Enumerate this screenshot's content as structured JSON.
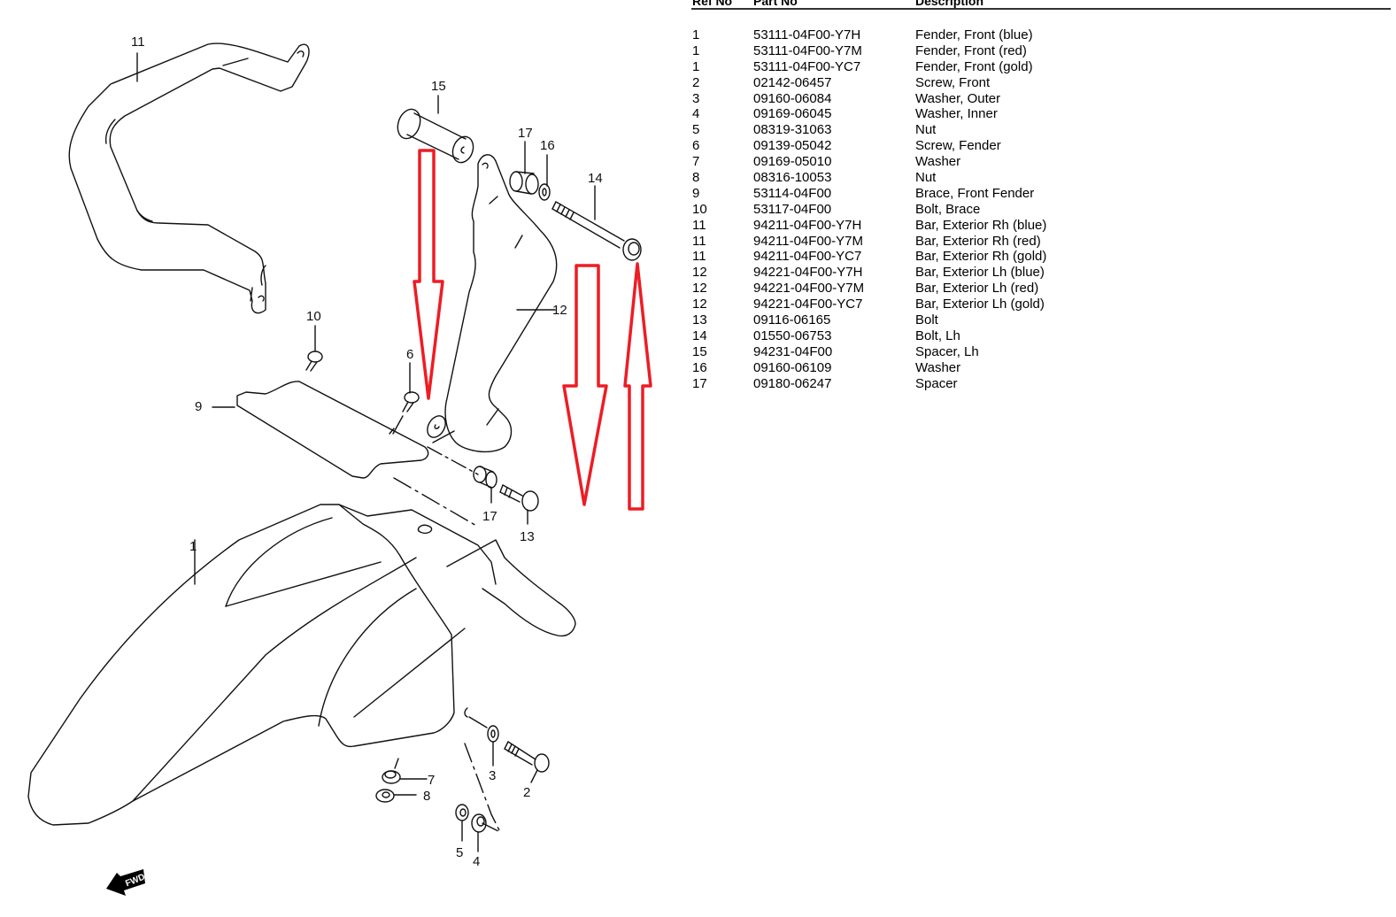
{
  "diagram": {
    "title": "Front Fender exploded parts diagram",
    "callouts": [
      {
        "id": "callout-11a",
        "text": "11"
      },
      {
        "id": "callout-15",
        "text": "15"
      },
      {
        "id": "callout-17a",
        "text": "17"
      },
      {
        "id": "callout-16",
        "text": "16"
      },
      {
        "id": "callout-14",
        "text": "14"
      },
      {
        "id": "callout-12",
        "text": "12"
      },
      {
        "id": "callout-10",
        "text": "10"
      },
      {
        "id": "callout-6",
        "text": "6"
      },
      {
        "id": "callout-9",
        "text": "9"
      },
      {
        "id": "callout-17b",
        "text": "17"
      },
      {
        "id": "callout-13",
        "text": "13"
      },
      {
        "id": "callout-1",
        "text": "1"
      },
      {
        "id": "callout-7",
        "text": "7"
      },
      {
        "id": "callout-8",
        "text": "8"
      },
      {
        "id": "callout-3",
        "text": "3"
      },
      {
        "id": "callout-2",
        "text": "2"
      },
      {
        "id": "callout-5",
        "text": "5"
      },
      {
        "id": "callout-4",
        "text": "4"
      }
    ],
    "fwd_label": "FWD",
    "annotation_color": "#ee1c24"
  },
  "table": {
    "headers": {
      "ref": "Ref No",
      "part": "Part No",
      "desc": "Description"
    },
    "rows": [
      {
        "ref": "1",
        "part": "53111-04F00-Y7H",
        "desc": "Fender, Front (blue)"
      },
      {
        "ref": "1",
        "part": "53111-04F00-Y7M",
        "desc": "Fender, Front (red)"
      },
      {
        "ref": "1",
        "part": "53111-04F00-YC7",
        "desc": "Fender, Front (gold)"
      },
      {
        "ref": "2",
        "part": "02142-06457",
        "desc": "Screw, Front"
      },
      {
        "ref": "3",
        "part": "09160-06084",
        "desc": "Washer, Outer"
      },
      {
        "ref": "4",
        "part": "09169-06045",
        "desc": "Washer, Inner"
      },
      {
        "ref": "5",
        "part": "08319-31063",
        "desc": "Nut"
      },
      {
        "ref": "6",
        "part": "09139-05042",
        "desc": "Screw, Fender"
      },
      {
        "ref": "7",
        "part": "09169-05010",
        "desc": "Washer"
      },
      {
        "ref": "8",
        "part": "08316-10053",
        "desc": "Nut"
      },
      {
        "ref": "9",
        "part": "53114-04F00",
        "desc": "Brace, Front Fender"
      },
      {
        "ref": "10",
        "part": "53117-04F00",
        "desc": "Bolt, Brace"
      },
      {
        "ref": "11",
        "part": "94211-04F00-Y7H",
        "desc": "Bar, Exterior Rh (blue)"
      },
      {
        "ref": "11",
        "part": "94211-04F00-Y7M",
        "desc": "Bar, Exterior Rh (red)"
      },
      {
        "ref": "11",
        "part": "94211-04F00-YC7",
        "desc": "Bar, Exterior Rh (gold)"
      },
      {
        "ref": "12",
        "part": "94221-04F00-Y7H",
        "desc": "Bar, Exterior Lh (blue)"
      },
      {
        "ref": "12",
        "part": "94221-04F00-Y7M",
        "desc": "Bar, Exterior Lh (red)"
      },
      {
        "ref": "12",
        "part": "94221-04F00-YC7",
        "desc": "Bar, Exterior Lh (gold)"
      },
      {
        "ref": "13",
        "part": "09116-06165",
        "desc": "Bolt"
      },
      {
        "ref": "14",
        "part": "01550-06753",
        "desc": "Bolt, Lh"
      },
      {
        "ref": "15",
        "part": "94231-04F00",
        "desc": "Spacer, Lh"
      },
      {
        "ref": "16",
        "part": "09160-06109",
        "desc": "Washer"
      },
      {
        "ref": "17",
        "part": "09180-06247",
        "desc": "Spacer"
      }
    ]
  }
}
